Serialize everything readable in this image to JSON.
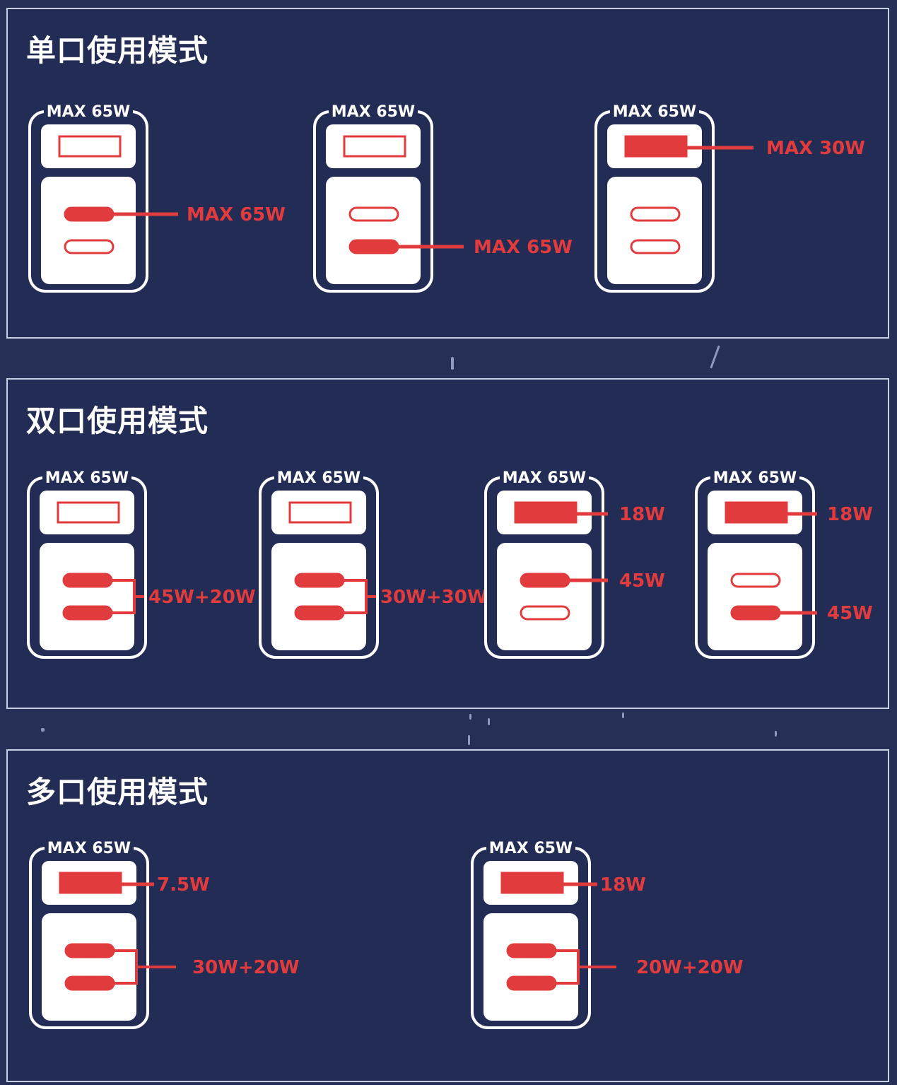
{
  "colors": {
    "background": "#262f56",
    "panel": "#232c54",
    "outline": "#ffffff",
    "accent": "#e23b3e",
    "port_face": "#ffffff",
    "border": "#c9cfe3"
  },
  "sections": [
    {
      "title": "单口使用模式",
      "chargers": [
        {
          "max_label": "MAX 65W",
          "usba_active": false,
          "usbc1_active": true,
          "usbc2_active": false,
          "callouts": [
            {
              "text": "MAX 65W"
            }
          ]
        },
        {
          "max_label": "MAX 65W",
          "usba_active": false,
          "usbc1_active": false,
          "usbc2_active": true,
          "callouts": [
            {
              "text": "MAX 65W"
            }
          ]
        },
        {
          "max_label": "MAX 65W",
          "usba_active": true,
          "usbc1_active": false,
          "usbc2_active": false,
          "callouts": [
            {
              "text": "MAX 30W"
            }
          ]
        }
      ]
    },
    {
      "title": "双口使用模式",
      "chargers": [
        {
          "max_label": "MAX 65W",
          "usba_active": false,
          "usbc1_active": true,
          "usbc2_active": true,
          "callouts": [
            {
              "text": "45W+20W"
            }
          ]
        },
        {
          "max_label": "MAX 65W",
          "usba_active": false,
          "usbc1_active": true,
          "usbc2_active": true,
          "callouts": [
            {
              "text": "30W+30W"
            }
          ]
        },
        {
          "max_label": "MAX 65W",
          "usba_active": true,
          "usbc1_active": true,
          "usbc2_active": false,
          "callouts": [
            {
              "text": "18W"
            },
            {
              "text": "45W"
            }
          ]
        },
        {
          "max_label": "MAX 65W",
          "usba_active": true,
          "usbc1_active": false,
          "usbc2_active": true,
          "callouts": [
            {
              "text": "18W"
            },
            {
              "text": "45W"
            }
          ]
        }
      ]
    },
    {
      "title": "多口使用模式",
      "chargers": [
        {
          "max_label": "MAX 65W",
          "usba_active": true,
          "usbc1_active": true,
          "usbc2_active": true,
          "callouts": [
            {
              "text": "7.5W"
            },
            {
              "text": "30W+20W"
            }
          ]
        },
        {
          "max_label": "MAX 65W",
          "usba_active": true,
          "usbc1_active": true,
          "usbc2_active": true,
          "callouts": [
            {
              "text": "18W"
            },
            {
              "text": "20W+20W"
            }
          ]
        }
      ]
    }
  ]
}
